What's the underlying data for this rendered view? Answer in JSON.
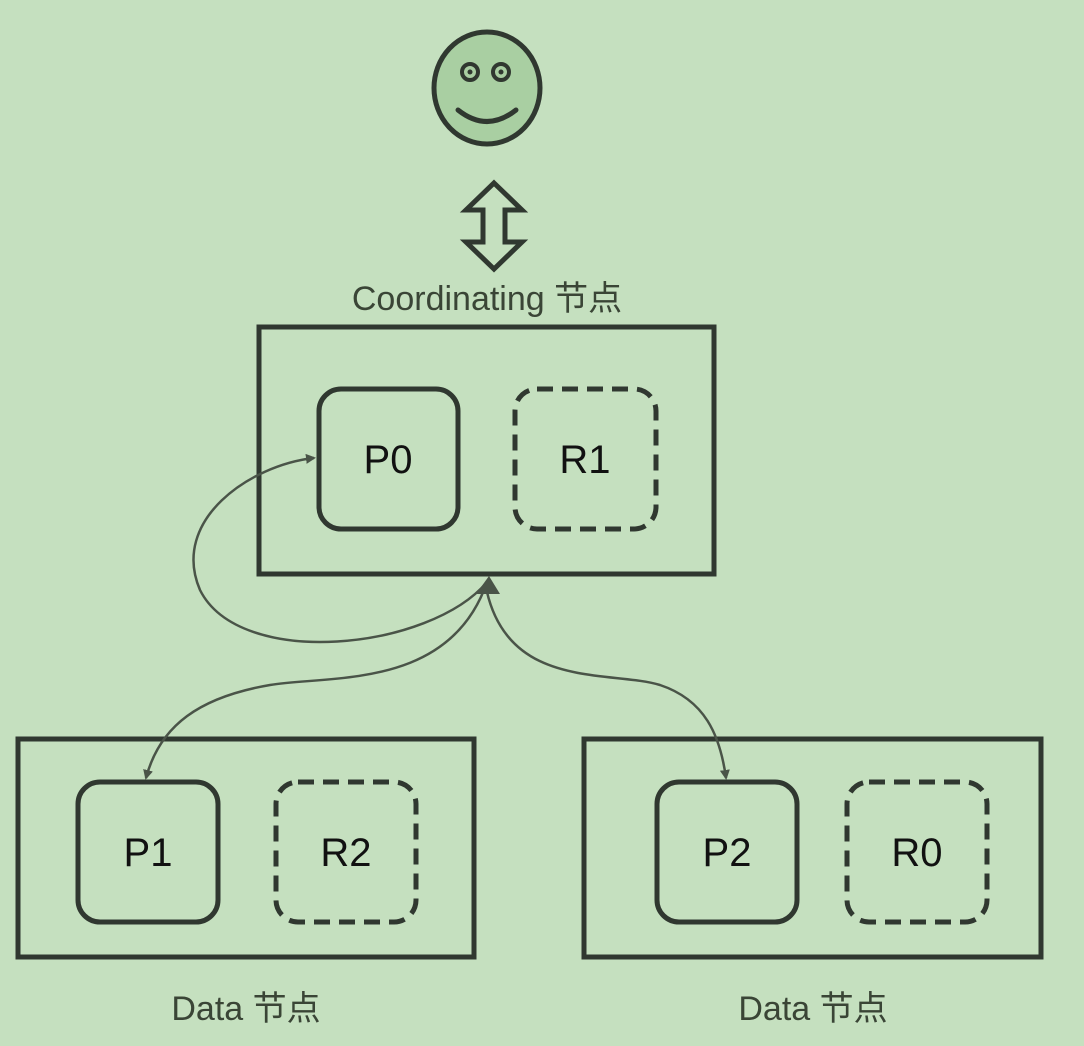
{
  "user": {
    "icon": "smiley-face-icon"
  },
  "request_arrow": {
    "icon": "double-vertical-arrow-icon"
  },
  "coordinating_node": {
    "label": "Coordinating 节点",
    "primary_shard": "P0",
    "replica_shard": "R1"
  },
  "data_node_left": {
    "label": "Data 节点",
    "primary_shard": "P1",
    "replica_shard": "R2"
  },
  "data_node_right": {
    "label": "Data 节点",
    "primary_shard": "P2",
    "replica_shard": "R0"
  },
  "colors": {
    "background": "#c5e0bf",
    "stroke": "#303830",
    "connector": "#4a5448",
    "face_fill": "#a9cfa2"
  }
}
